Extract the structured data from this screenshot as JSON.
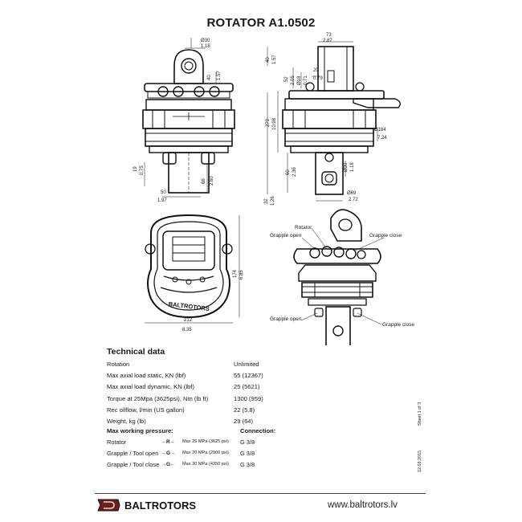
{
  "title": "ROTATOR  A1.0502",
  "front_view": {
    "dims": {
      "pin_dia_mm": "Ø30",
      "pin_dia_in": "1.18",
      "ear_w_mm": "40",
      "ear_w_in": "1.57",
      "shaft_h_mm": "19",
      "shaft_h_in": "0.75",
      "shaft_w_mm": "50",
      "shaft_w_in": "1.97",
      "bore_h_mm": "66",
      "bore_h_in": "2.60"
    }
  },
  "side_view": {
    "dims": {
      "top_w_mm": "73",
      "top_w_in": "2.87",
      "top_h_mm": "40",
      "top_h_in": "1.57",
      "hole_mm": "20",
      "hole_in": "0.79",
      "ear_mm": "52",
      "ear_in": "2.05",
      "boss_mm": "Ø18",
      "boss_in": "0.71",
      "total_h_mm": "279",
      "total_h_in": "10.98",
      "body_dia_mm": "Ø184",
      "body_dia_in": "7.24",
      "low_pin_mm": "Ø30",
      "low_pin_in": "1.18",
      "low_h_mm": "60",
      "low_h_in": "2.36",
      "shaft_dia_mm": "Ø69",
      "shaft_dia_in": "2.72",
      "bottom_mm": "32",
      "bottom_in": "1.26"
    }
  },
  "top_view": {
    "brand": "BALTROTORS",
    "dims": {
      "width_mm": "212",
      "width_in": "8.35",
      "depth_mm": "174",
      "depth_in": "6.85"
    }
  },
  "iso_view": {
    "callouts": {
      "rotator": "Rotator",
      "grapple_open_top": "Grapple open",
      "grapple_close_top": "Grapple close",
      "grapple_open_bottom": "Grapple open",
      "grapple_close_bottom": "Grapple close"
    }
  },
  "technical_data": {
    "heading": "Technical data",
    "rows": [
      {
        "label": "Rotation",
        "value": "Unlimited"
      },
      {
        "label": "Max axial load static, KN (lbf)",
        "value": "55 (12367)"
      },
      {
        "label": "Max axial load dynamic, KN (lbf)",
        "value": "25 (5621)"
      },
      {
        "label": "Torque at 25Mpa (3625psi), Nm (lb ft)",
        "value": "1300 (959)"
      },
      {
        "label": "Rec oilflow, l/min (US gallon)",
        "value": "22 (5.8)"
      },
      {
        "label": "Weight, kg (lb)",
        "value": "29 (64)"
      }
    ]
  },
  "pressures": {
    "heading": "Max working pressure:",
    "connection_heading": "Connection:",
    "rows": [
      {
        "label": "Rotator",
        "arrow": "←R→",
        "pressure": "Max 25 MPa (3625 psi)",
        "connection": "G 3/8"
      },
      {
        "label": "Grapple / Tool open",
        "arrow": "←G→",
        "pressure": "Max 20 MPa (2900 psi)",
        "connection": "G 3/8"
      },
      {
        "label": "Grapple / Tool close",
        "arrow": "→G←",
        "pressure": "Max 30 MPa (4350 psi)",
        "connection": "G 3/8"
      }
    ]
  },
  "sheet": "Sheet 1 of 3",
  "date": "12.03.2015",
  "footer": {
    "logo_text": "BALTROTORS",
    "website": "www.baltrotors.lv"
  }
}
